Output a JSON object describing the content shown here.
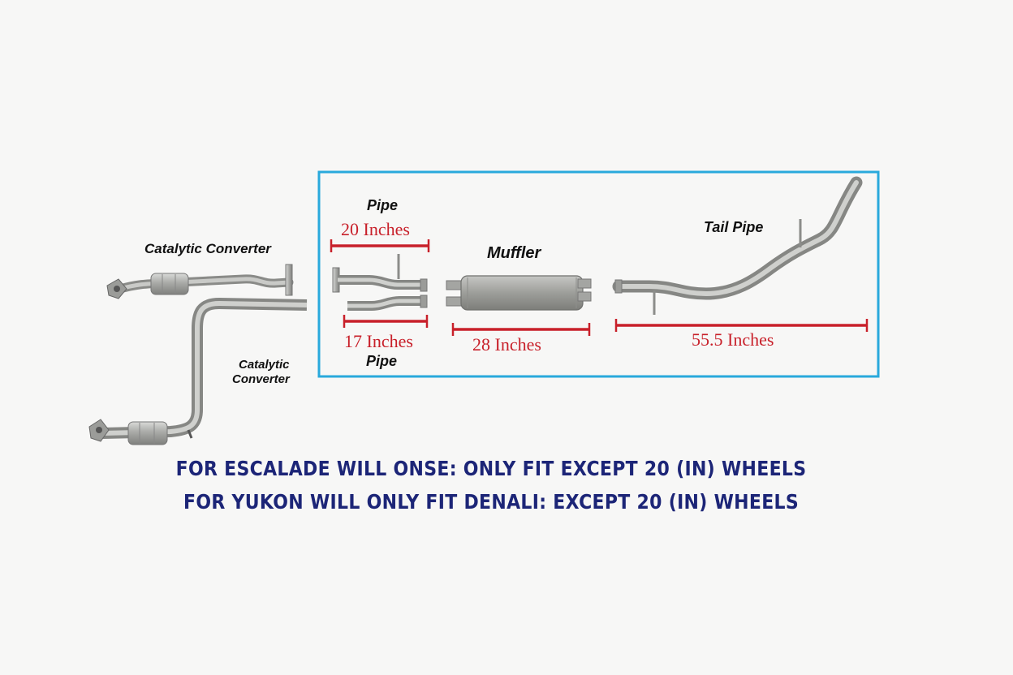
{
  "labels": {
    "cat_converter_top": "Catalytic Converter",
    "cat_converter_bottom_line1": "Catalytic",
    "cat_converter_bottom_line2": "Converter",
    "pipe_top": "Pipe",
    "pipe_bottom": "Pipe",
    "muffler": "Muffler",
    "tail_pipe": "Tail Pipe"
  },
  "dimensions": {
    "pipe_top": "20 Inches",
    "pipe_bottom": "17 Inches",
    "muffler": "28 Inches",
    "tail_pipe": "55.5 Inches"
  },
  "notes": {
    "escalade": "FOR ESCALADE WILL ONSE: ONLY FIT EXCEPT 20 (IN) WHEELS",
    "yukon": "FOR YUKON WILL ONLY FIT DENALI: EXCEPT 20 (IN) WHEELS"
  },
  "colors": {
    "highlight_box": "#29a9dc",
    "dimension": "#c8202a",
    "note_text": "#1c2577",
    "metal": "#a9aaa7"
  }
}
